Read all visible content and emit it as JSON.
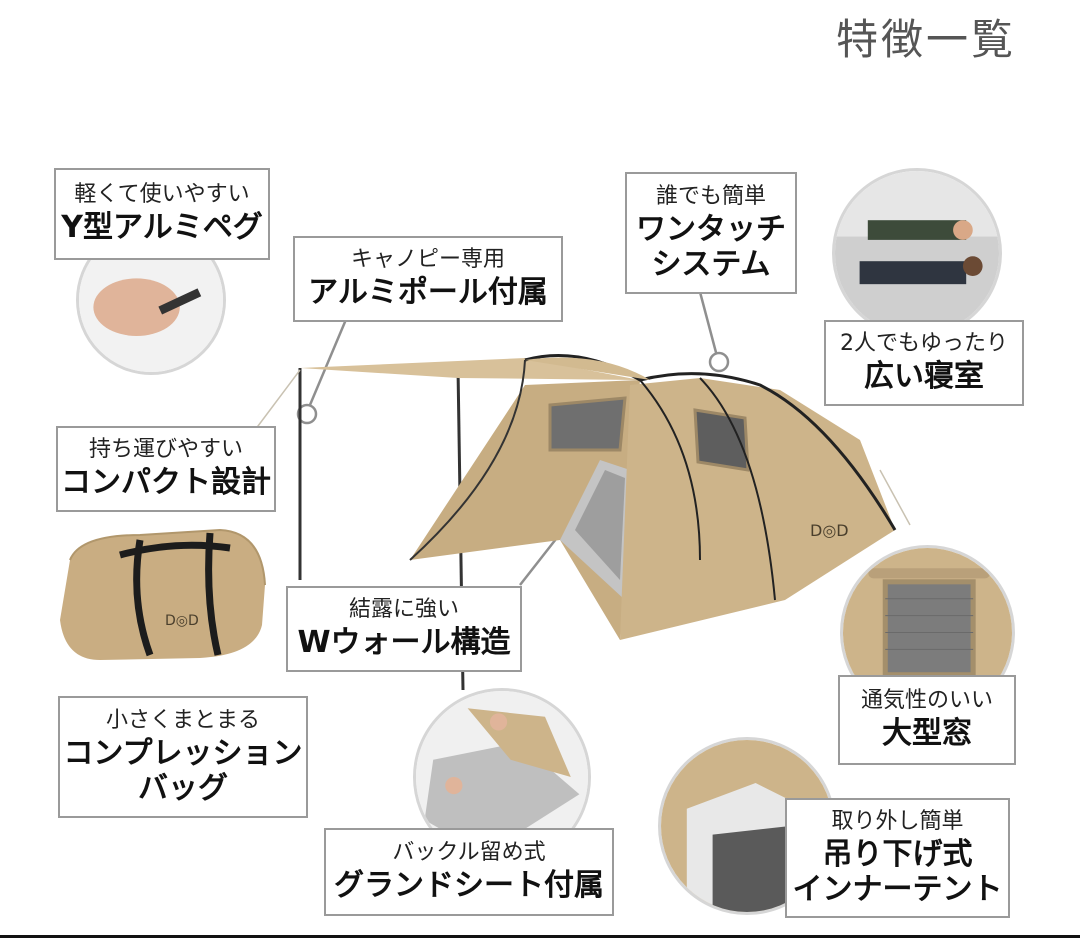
{
  "page": {
    "title": "特徴一覧"
  },
  "features": {
    "peg": {
      "sub": "軽くて使いやすい",
      "main": "Y型アルミペグ"
    },
    "pole": {
      "sub": "キャノピー専用",
      "main": "アルミポール付属"
    },
    "onetouch": {
      "sub": "誰でも簡単",
      "main1": "ワンタッチ",
      "main2": "システム"
    },
    "bedroom": {
      "sub": "2人でもゆったり",
      "main": "広い寝室"
    },
    "compact": {
      "sub": "持ち運びやすい",
      "main": "コンパクト設計"
    },
    "wwall": {
      "sub": "結露に強い",
      "main": "Wウォール構造"
    },
    "window": {
      "sub": "通気性のいい",
      "main": "大型窓"
    },
    "bag": {
      "sub": "小さくまとまる",
      "main1": "コンプレッション",
      "main2": "バッグ"
    },
    "groundsheet": {
      "sub": "バックル留め式",
      "main": "グランドシート付属"
    },
    "inner": {
      "sub": "取り外し簡単",
      "main1": "吊り下げ式",
      "main2": "インナーテント"
    }
  },
  "product": {
    "logo_tent": "D◎D",
    "logo_bag": "D◎D"
  },
  "colors": {
    "tent": "#cdb48a",
    "tent_shadow": "#b39b72",
    "frame": "#9a9a9a",
    "text_title": "#555555"
  }
}
